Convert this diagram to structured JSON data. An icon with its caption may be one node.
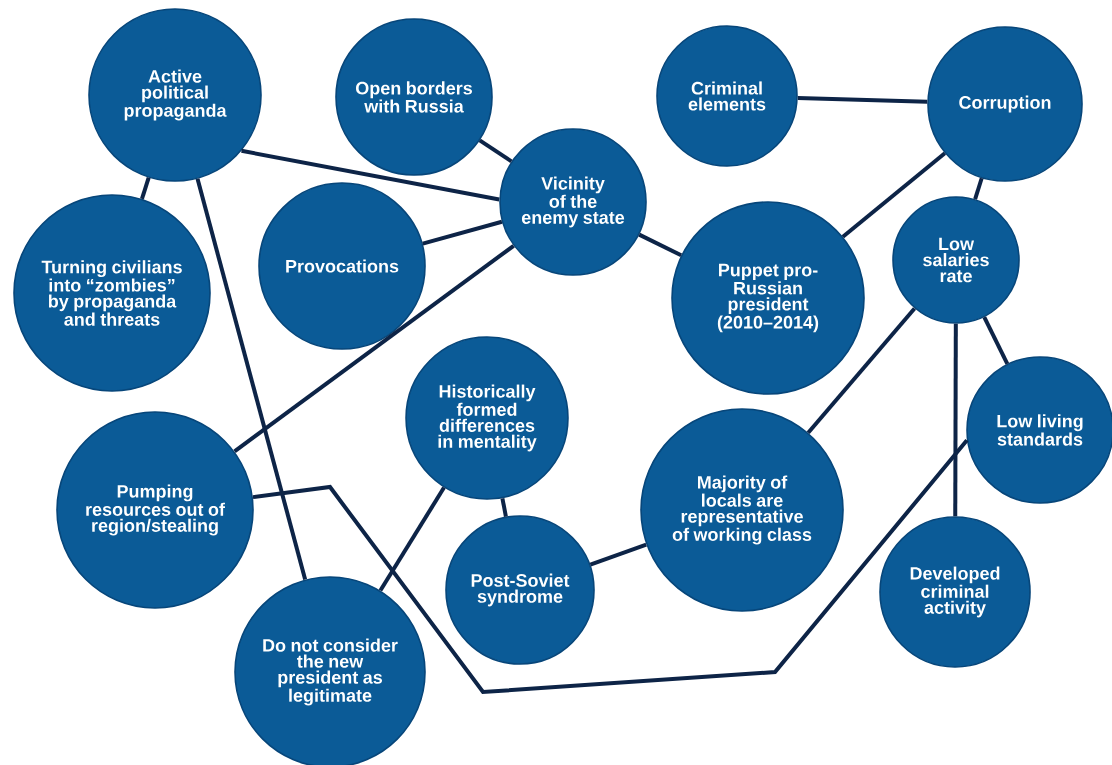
{
  "diagram": {
    "nodes": [
      {
        "text": [
          "Active political propaganda"
        ]
      },
      {
        "text": [
          "Open borders with Russia"
        ]
      },
      {
        "text": [
          "Criminal elements"
        ]
      },
      {
        "text": [
          "Corruption"
        ]
      },
      {
        "text": [
          "Turning civilians into “zombies” by propaganda and threats"
        ]
      },
      {
        "text": [
          "Provocations"
        ]
      },
      {
        "text": [
          "Vicinity of the enemy state"
        ]
      },
      {
        "text": [
          "Puppet pro-Russian president (2010–2014)"
        ]
      },
      {
        "text": [
          "Low salaries rate"
        ]
      },
      {
        "text": [
          "Historically formed differences in mentality"
        ]
      },
      {
        "text": [
          "Low living standards"
        ]
      },
      {
        "text": [
          "Pumping resources out of region/stealing"
        ]
      },
      {
        "text": [
          "Majority of locals are representative of working class"
        ]
      },
      {
        "text": [
          "Developed criminal activity"
        ]
      },
      {
        "text": [
          "Post-Soviet syndrome"
        ]
      },
      {
        "text": [
          "Do not consider the new president as legitimate"
        ]
      }
    ],
    "edges": [
      {
        "from": 0,
        "to": 4,
        "arrow": "none"
      },
      {
        "from": 0,
        "to": 6,
        "arrow": "none"
      },
      {
        "from": 0,
        "to": 15,
        "arrow": "none"
      },
      {
        "from": 1,
        "to": 6,
        "arrow": "none"
      },
      {
        "from": 5,
        "to": 6,
        "arrow": "none"
      },
      {
        "from": 6,
        "to": 7,
        "arrow": "none"
      },
      {
        "from": 6,
        "to": 11,
        "arrow": "none"
      },
      {
        "from": 2,
        "to": 3,
        "arrow": "none"
      },
      {
        "from": 3,
        "to": 7,
        "arrow": "none"
      },
      {
        "from": 3,
        "to": 8,
        "arrow": "none"
      },
      {
        "from": 8,
        "to": 12,
        "arrow": "none"
      },
      {
        "from": 8,
        "to": 13,
        "arrow": "none"
      },
      {
        "from": 8,
        "to": 10,
        "arrow": "none"
      },
      {
        "from": 11,
        "to": 10,
        "arrow": "none"
      },
      {
        "from": 9,
        "to": 15,
        "arrow": "none"
      },
      {
        "from": 9,
        "to": 14,
        "arrow": "none"
      },
      {
        "from": 14,
        "to": 12,
        "arrow": "none"
      }
    ]
  }
}
